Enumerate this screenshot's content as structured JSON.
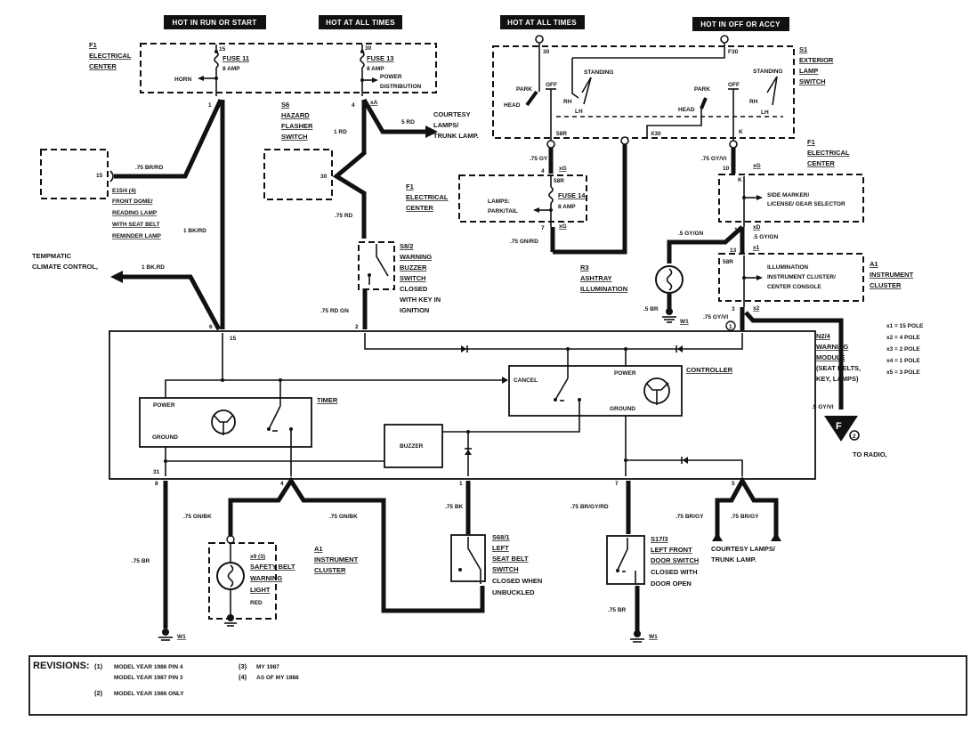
{
  "power_headers": [
    "HOT IN RUN OR START",
    "HOT AT ALL TIMES",
    "HOT AT ALL TIMES",
    "HOT IN OFF OR ACCY"
  ],
  "components": {
    "f1_top": {
      "id": "F1",
      "lines": [
        "ELECTRICAL",
        "CENTER"
      ]
    },
    "fuse11": {
      "name": "FUSE 11",
      "rating": "8 AMP",
      "pin_in": "15",
      "pin_out": "1",
      "branch": "HORN"
    },
    "fuse13": {
      "name": "FUSE 13",
      "rating": "8 AMP",
      "pin_in": "30",
      "pin_out": "4",
      "connector": "xA",
      "branch": [
        "POWER",
        "DISTRIBUTION"
      ]
    },
    "hazard": {
      "id": "S6",
      "lines": [
        "HAZARD",
        "FLASHER",
        "SWITCH"
      ],
      "pin": "30"
    },
    "courtesy_top": {
      "wire": "5 RD",
      "lines": [
        "COURTESY",
        "LAMPS/",
        "TRUNK LAMP."
      ]
    },
    "dome": {
      "pin": "15",
      "wire": ".75 BR/RD",
      "id": "E15/4 (4)",
      "lines": [
        "FRONT DOME/",
        "READING LAMP",
        "WITH SEAT BELT",
        "REMINDER LAMP"
      ]
    },
    "main_feed": {
      "wire": "1 BK/RD"
    },
    "tempmatic": {
      "lines": [
        "TEMPMATIC",
        "CLIMATE CONTROL,"
      ],
      "wire": "1 BK.RD"
    },
    "exterior_switch": {
      "id": "S1",
      "lines": [
        "EXTERIOR",
        "LAMP",
        "SWITCH"
      ],
      "pin_left": "30",
      "pin_right": "F30",
      "pin_58r": "58R",
      "pin_x30": "X30",
      "pin_k": "K",
      "pos_labels": [
        "PARK",
        "HEAD",
        "OFF",
        "STANDING",
        "RH",
        "LH"
      ]
    },
    "f1_mid": {
      "id": "F1",
      "lines": [
        "ELECTRICAL",
        "CENTER"
      ]
    },
    "fuse14": {
      "name": "FUSE 14",
      "rating": "8 AMP",
      "pin_in": "4",
      "pin_58r": "58R",
      "pin_out": "7",
      "connector": "xG",
      "branch": [
        "LAMPS:",
        "PARK/TAIL"
      ],
      "wire_in": ".75 GY",
      "wire_out": ".75 GN/RD"
    },
    "f1_right": {
      "id": "F1",
      "lines": [
        "ELECTRICAL",
        "CENTER"
      ],
      "pin_in": "10",
      "pin_k": "K",
      "connector": "xG",
      "wire_in": ".75 GY/VI",
      "branch": [
        "SIDE MARKER/",
        "LICENSE/ GEAR SELECTOR"
      ],
      "pin_out": "1",
      "connector_out": "xD",
      "wire_out": ".5 GY/GN"
    },
    "ashtray": {
      "id": "R3",
      "lines": [
        "ASHTRAY",
        "ILLUMINATION"
      ],
      "wire": ".5 GY/GN",
      "ground_wire": ".5 BR",
      "ground": "W1"
    },
    "instrument_top": {
      "id": "A1",
      "lines": [
        "INSTRUMENT",
        "CLUSTER"
      ],
      "pin_in": "13",
      "connector_in": "x1",
      "pin_58r": "58R",
      "branch": [
        "ILLUMINATION",
        "INSTRUMENT CLUSTER/",
        "CENTER CONSOLE"
      ],
      "pin_out": "3",
      "connector_out": "x2",
      "wire_out": ".75 GY/VI"
    },
    "buzzer_switch": {
      "id": "S8/2",
      "lines": [
        "WARNING",
        "BUZZER",
        "SWITCH"
      ],
      "notes": [
        "CLOSED",
        "WITH KEY IN",
        "IGNITION"
      ],
      "wire_in": ".75 RD",
      "wire_out": ".75 RD GN",
      "pin": "2"
    },
    "warning_module": {
      "id": "N2/4",
      "lines": [
        "WARNING",
        "MODULE",
        "(SEAT BELTS,",
        "KEY, LAMPS)"
      ],
      "pins": {
        "p6": "6",
        "p15": "15",
        "p31": "31",
        "p8": "8",
        "p4": "4",
        "p1": "1",
        "p7": "7",
        "p5": "5"
      }
    },
    "timer": {
      "label": "TIMER",
      "power": "POWER",
      "ground": "GROUND"
    },
    "controller": {
      "label": "CONTROLLER",
      "power": "POWER",
      "ground": "GROUND",
      "cancel": "CANCEL"
    },
    "buzzer": {
      "label": "BUZZER"
    },
    "pole_legend": [
      "x1 = 15 POLE",
      "x2 = 4 POLE",
      "x3 = 2 POLE",
      "x4 = 1 POLE",
      "x5 = 3 POLE"
    ],
    "radio": {
      "wire": ".5 GY/VI",
      "connector": "F",
      "connector_sub": "2",
      "label": "TO RADIO,"
    },
    "ground_left": {
      "wire": ".75 BR",
      "ground": "W1"
    },
    "safety_light": {
      "id": "x9 (3)",
      "lines": [
        "SAFETY BELT",
        "WARNING",
        "LIGHT"
      ],
      "color": "RED",
      "wire_a": ".75 GN/BK",
      "wire_b": ".75 GN/BK"
    },
    "instrument_bottom": {
      "id": "A1",
      "lines": [
        "INSTRUMENT",
        "CLUSTER"
      ]
    },
    "seat_belt_switch": {
      "id": "S68/1",
      "lines": [
        "LEFT",
        "SEAT BELT",
        "SWITCH"
      ],
      "notes": [
        "CLOSED WHEN",
        "UNBUCKLED"
      ],
      "wire": ".75 BK"
    },
    "door_switch": {
      "id": "S17/3",
      "lines": [
        "LEFT FRONT",
        "DOOR SWITCH"
      ],
      "notes": [
        "CLOSED WITH",
        "DOOR OPEN"
      ],
      "wire_in": ".75 BR/GY/RD",
      "wire_out": ".75 BR",
      "ground": "W1"
    },
    "courtesy_bottom": {
      "wire_a": ".75 BR/GY",
      "wire_b": ".75 BR/GY",
      "lines": [
        "COURTESY LAMPS/",
        "TRUNK LAMP."
      ]
    }
  },
  "revisions": {
    "title": "REVISIONS:",
    "items": [
      {
        "num": "(1)",
        "lines": [
          "MODEL YEAR 1986 PIN 4",
          "MODEL YEAR 1987 PIN 3"
        ]
      },
      {
        "num": "(2)",
        "lines": [
          "MODEL YEAR 1986 ONLY"
        ]
      },
      {
        "num": "(3)",
        "lines": [
          "MY 1987"
        ]
      },
      {
        "num": "(4)",
        "lines": [
          "AS OF MY 1988"
        ]
      }
    ]
  }
}
